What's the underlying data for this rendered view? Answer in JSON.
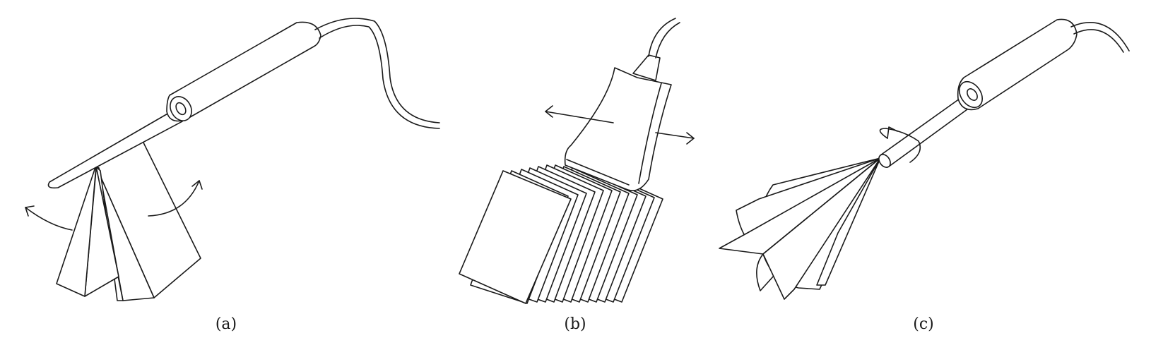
{
  "captions": {
    "a": "(a)",
    "b": "(b)",
    "c": "(c)"
  },
  "colors": {
    "line": "#1a1a1a",
    "background": "#ffffff"
  },
  "icons": {
    "panel_a": "linear-array-transducer-fan-sweep-icon",
    "panel_b": "curved-array-transducer-translation-icon",
    "panel_c": "endocavity-probe-rotation-icon"
  }
}
